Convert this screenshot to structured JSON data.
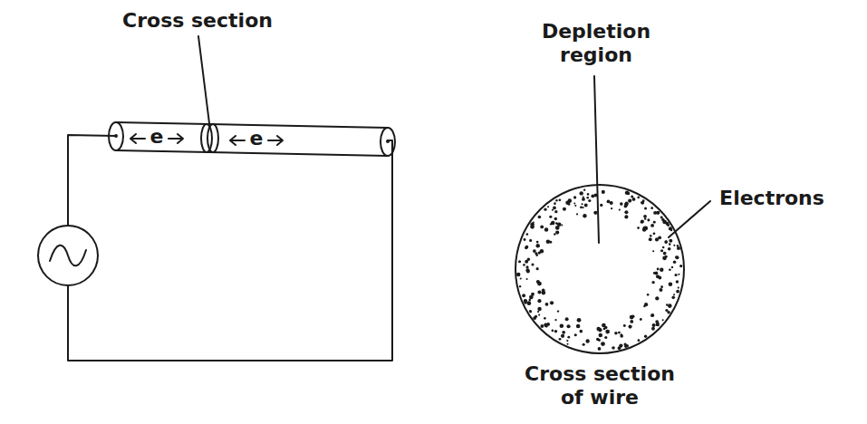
{
  "diagram": {
    "labels": [
      "Cross section",
      "e",
      "e",
      "Depletion region",
      "Electrons",
      "Cross section of wire"
    ]
  }
}
